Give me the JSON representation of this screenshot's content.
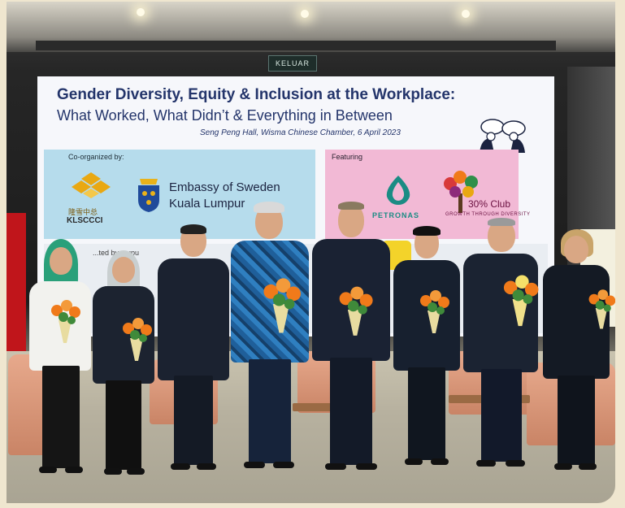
{
  "signage": {
    "exit": "KELUAR"
  },
  "screen": {
    "title_line1": "Gender Diversity, Equity & Inclusion at the Workplace:",
    "title_line2": "What Worked, What Didn’t & Everything in Between",
    "venue": "Seng Peng Hall, Wisma Chinese Chamber, 6 April 2023",
    "co_organized_label": "Co-organized by:",
    "kls_chinese": "隆雪中总",
    "kls_name": "KLSCCCI",
    "embassy_name": "Embassy of Sweden",
    "embassy_city": "Kuala Lumpur",
    "featuring_label": "Featuring",
    "petronas_name": "PETRONAS",
    "club_name": "30% Club",
    "club_tagline": "GROWTH THROUGH DIVERSITY",
    "hosted_fragment": "...ted by ...upu"
  },
  "colors": {
    "title": "#24356b",
    "co_box": "#b6dcec",
    "featuring_box": "#f2b9d5",
    "petronas": "#1a8c84",
    "klsccci_gold": "#e9a812",
    "bouquet_orange": "#f07a1a"
  }
}
